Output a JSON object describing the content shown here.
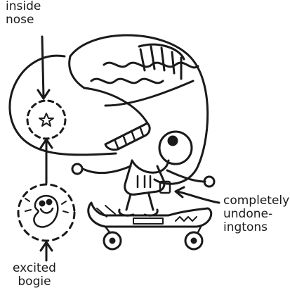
{
  "labels": {
    "inside_nose": [
      "inside",
      "nose"
    ],
    "completely_undone": [
      "completely",
      "undone-",
      "ingtons"
    ],
    "excited_bogie": [
      "excited",
      "bogie"
    ]
  },
  "colors": {
    "ink": "#1a1a1a",
    "background": "#ffffff"
  }
}
